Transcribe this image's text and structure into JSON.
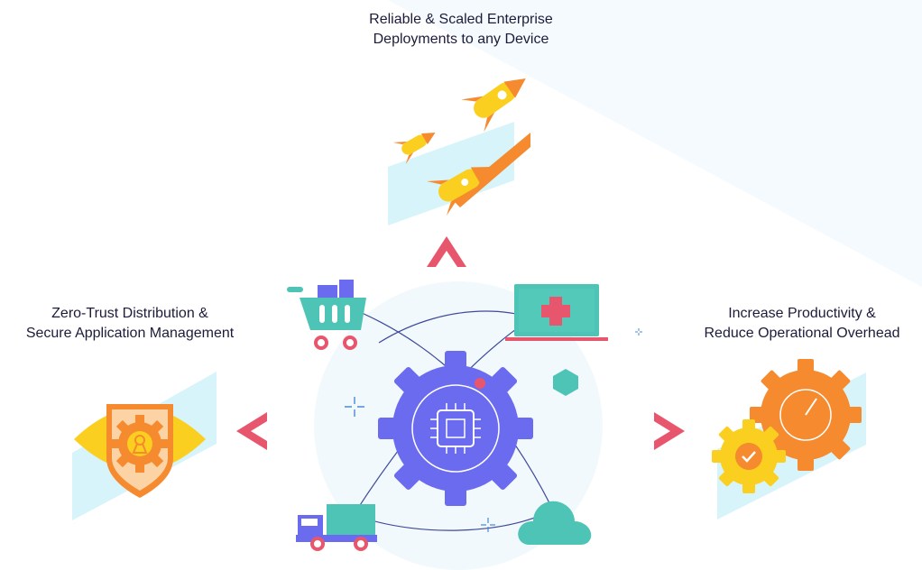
{
  "captions": {
    "top": {
      "line1": "Reliable & Scaled Enterprise",
      "line2": "Deployments to any Device"
    },
    "left": {
      "line1": "Zero-Trust Distribution &",
      "line2": "Secure Application Management"
    },
    "right": {
      "line1": "Increase Productivity &",
      "line2": "Reduce Operational Overhead"
    }
  },
  "colors": {
    "gear_main": "#6b6bf0",
    "teal": "#4dc4b5",
    "orange": "#f58a2e",
    "yellow": "#fbcf1f",
    "pink": "#e8566e",
    "light_blue": "#d7f4fa",
    "text": "#1c1c3a"
  },
  "icons": {
    "center": "gear-chip-icon",
    "cart": "shopping-cart-icon",
    "laptop": "medical-laptop-icon",
    "truck": "delivery-truck-icon",
    "cloud": "cloud-icon",
    "rockets": "rocket-icon",
    "shield": "security-shield-eye-icon",
    "gears": "productivity-gears-icon"
  }
}
